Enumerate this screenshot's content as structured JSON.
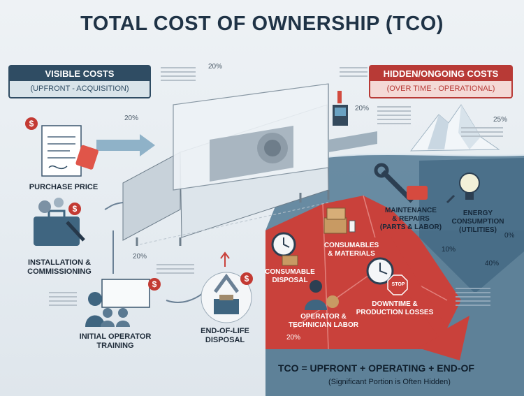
{
  "title": "TOTAL COST OF OWNERSHIP (TCO)",
  "visible": {
    "heading": "VISIBLE COSTS",
    "subheading": "(UPFRONT - ACQUISITION)",
    "items": [
      {
        "label": "PURCHASE PRICE"
      },
      {
        "label": "INSTALLATION &\nCOMMISSIONING"
      },
      {
        "label": "INITIAL OPERATOR\nTRAINING"
      },
      {
        "label": "END-OF-LIFE\nDISPOSAL"
      }
    ]
  },
  "hidden": {
    "heading": "HIDDEN/ONGOING COSTS",
    "subheading": "(OVER TIME - OPERATIONAL)",
    "items": [
      {
        "label": "MAINTENANCE\n& REPAIRS\n(PARTS & LABOR)"
      },
      {
        "label": "ENERGY\nCONSUMPTION\n(UTILITIES)"
      },
      {
        "label": "CONSUMABLES\n& MATERIALS"
      },
      {
        "label": "CONSUMABLE\nDISPOSAL"
      },
      {
        "label": "DOWNTIME &\nPRODUCTION LOSSES"
      },
      {
        "label": "OPERATOR &\nTECHNICIAN LABOR"
      }
    ]
  },
  "percent_labels": {
    "p1": "20%",
    "p2": "20%",
    "p3": "20%",
    "p4": "20%",
    "p5": "25%",
    "p6": "0%",
    "p7": "10%",
    "p8": "40%",
    "p9": "20%"
  },
  "stop_sign": "STOP",
  "dollar_sign": "$",
  "formula": "TCO = UPFRONT + OPERATING + END-OF",
  "formula_note": "(Significant Portion is Often Hidden)",
  "colors": {
    "navy": "#2f4c63",
    "red": "#b83a36",
    "water": "#5a7f99"
  }
}
